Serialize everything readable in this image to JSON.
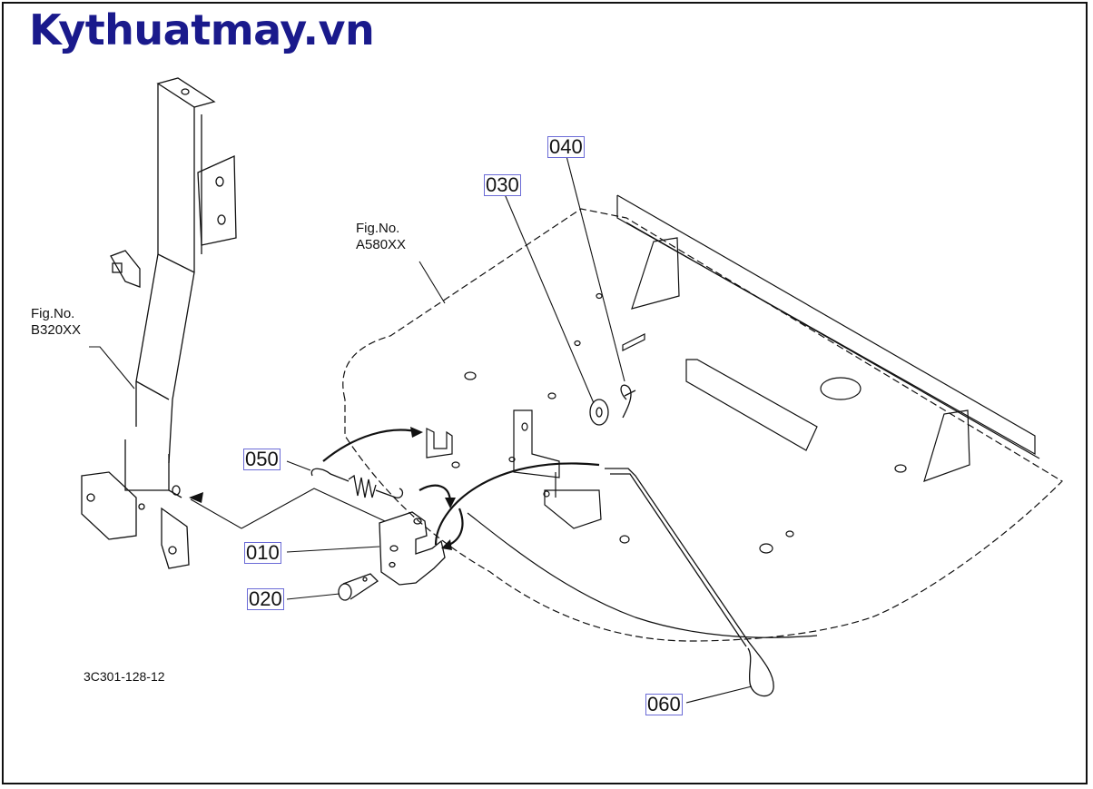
{
  "watermark": {
    "text": "Kythuatmay.vn",
    "color": "#1a1a8c"
  },
  "references": [
    {
      "line1": "Fig.No.",
      "line2": "B320XX"
    },
    {
      "line1": "Fig.No.",
      "line2": "A580XX"
    }
  ],
  "part_labels": [
    "010",
    "020",
    "030",
    "040",
    "050",
    "060"
  ],
  "drawing_code": "3C301-128-12",
  "colors": {
    "line": "#111111",
    "label_border": "#6b6bd6"
  }
}
